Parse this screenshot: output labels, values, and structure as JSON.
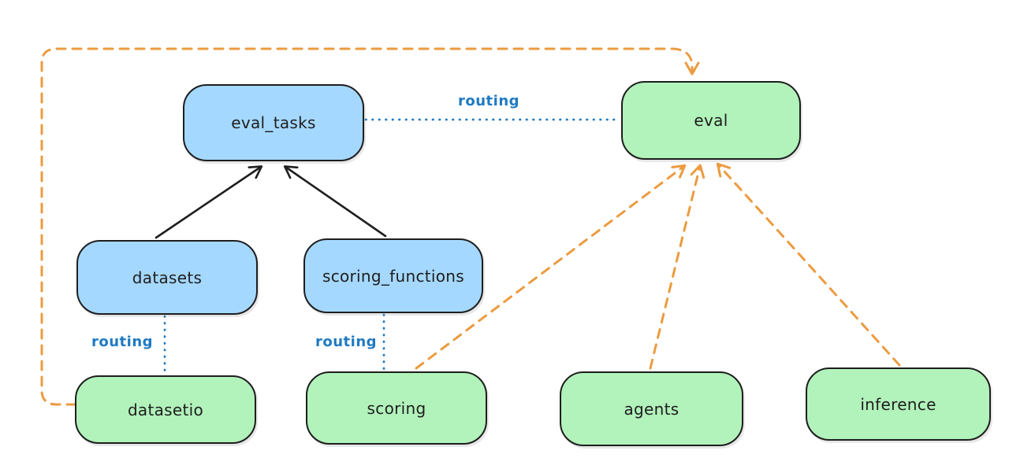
{
  "nodes": {
    "eval_tasks": {
      "label": "eval_tasks",
      "fill": "#a5d8ff"
    },
    "eval": {
      "label": "eval",
      "fill": "#b2f2bb"
    },
    "datasets": {
      "label": "datasets",
      "fill": "#a5d8ff"
    },
    "scoring_functions": {
      "label": "scoring_functions",
      "fill": "#a5d8ff"
    },
    "datasetio": {
      "label": "datasetio",
      "fill": "#b2f2bb"
    },
    "scoring": {
      "label": "scoring",
      "fill": "#b2f2bb"
    },
    "agents": {
      "label": "agents",
      "fill": "#b2f2bb"
    },
    "inference": {
      "label": "inference",
      "fill": "#b2f2bb"
    }
  },
  "edge_labels": {
    "eval_tasks_eval": "routing",
    "datasets_datasetio": "routing",
    "scoring_functions_scoring": "routing"
  },
  "edges": [
    {
      "from": "datasets",
      "to": "eval_tasks",
      "style": "solid",
      "color": "black",
      "arrow": true
    },
    {
      "from": "scoring_functions",
      "to": "eval_tasks",
      "style": "solid",
      "color": "black",
      "arrow": true
    },
    {
      "from": "eval_tasks",
      "to": "eval",
      "style": "dotted",
      "color": "blue",
      "label": "routing",
      "arrow": false
    },
    {
      "from": "datasets",
      "to": "datasetio",
      "style": "dotted",
      "color": "blue",
      "label": "routing",
      "arrow": false
    },
    {
      "from": "scoring_functions",
      "to": "scoring",
      "style": "dotted",
      "color": "blue",
      "label": "routing",
      "arrow": false
    },
    {
      "from": "datasetio",
      "to": "eval",
      "style": "dashed",
      "color": "orange",
      "arrow": true
    },
    {
      "from": "scoring",
      "to": "eval",
      "style": "dashed",
      "color": "orange",
      "arrow": true
    },
    {
      "from": "agents",
      "to": "eval",
      "style": "dashed",
      "color": "orange",
      "arrow": true
    },
    {
      "from": "inference",
      "to": "eval",
      "style": "dashed",
      "color": "orange",
      "arrow": true
    }
  ],
  "colors": {
    "node_border": "#1e1e1e",
    "node_blue_fill": "#a5d8ff",
    "node_green_fill": "#b2f2bb",
    "routing_blue": "#1f7ac2",
    "dashed_orange": "#ec9b40",
    "solid_black": "#1e1e1e",
    "background": "#ffffff"
  }
}
